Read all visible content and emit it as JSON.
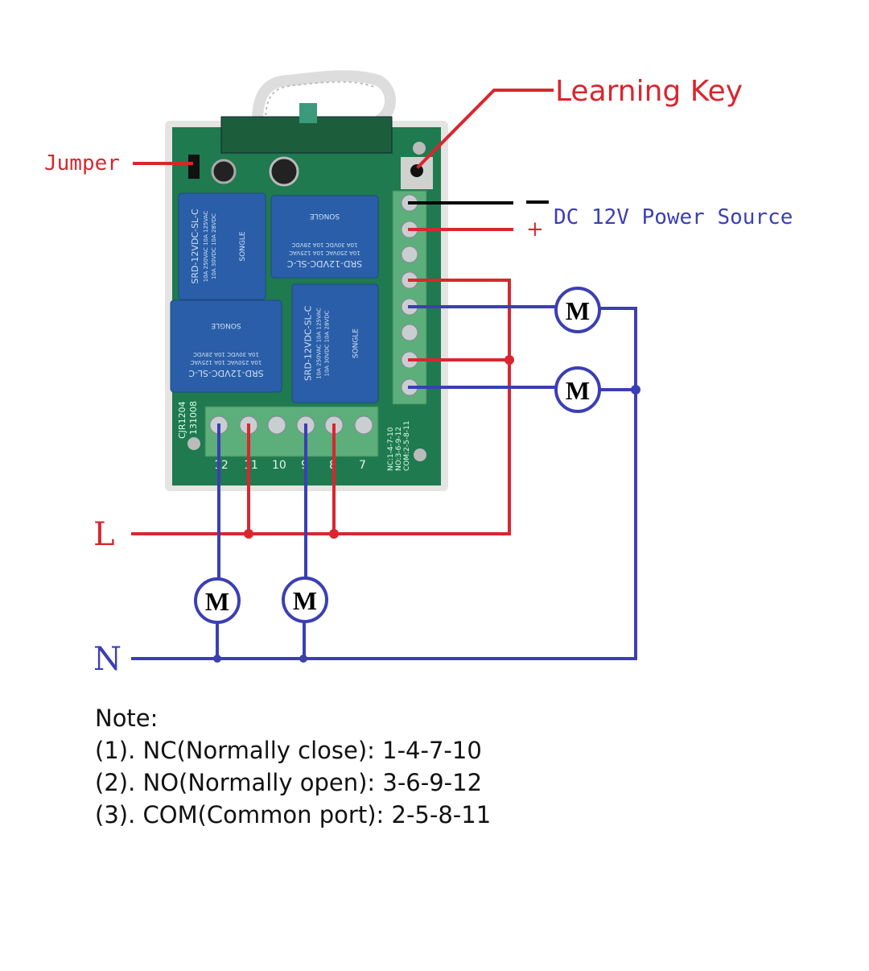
{
  "labels": {
    "learning_key": "Learning Key",
    "jumper": "Jumper",
    "power_source": "DC 12V Power Source",
    "minus": "−",
    "plus": "+",
    "line": "L",
    "neutral": "N",
    "motor": "M"
  },
  "board": {
    "relay_model": "SRD-12VDC-SL-C",
    "relay_rating_1": "10A 250VAC 10A 125VAC",
    "relay_rating_2": "10A 30VDC 10A 28VDC",
    "relay_brand": "SONGLE",
    "board_code": "CJR1204",
    "board_date": "131008",
    "terminal_numbers": [
      "12",
      "11",
      "10",
      "9",
      "8",
      "7"
    ],
    "legend_nc": "NC:1-4-7-10",
    "legend_no": "NO:3-6-9-12",
    "legend_com": "COM:2-5-8-11"
  },
  "note": {
    "title": "Note:",
    "items": [
      "(1). NC(Normally close): 1-4-7-10",
      "(2). NO(Normally open): 3-6-9-12",
      "(3). COM(Common port): 2-5-8-11"
    ]
  },
  "colors": {
    "live_wire": "#d9262e",
    "neutral_wire": "#3b3fb3",
    "dc_negative": "#000000",
    "pcb": "#1f7a4f",
    "relay": "#2a5ea8",
    "terminal": "#5cae7a"
  }
}
